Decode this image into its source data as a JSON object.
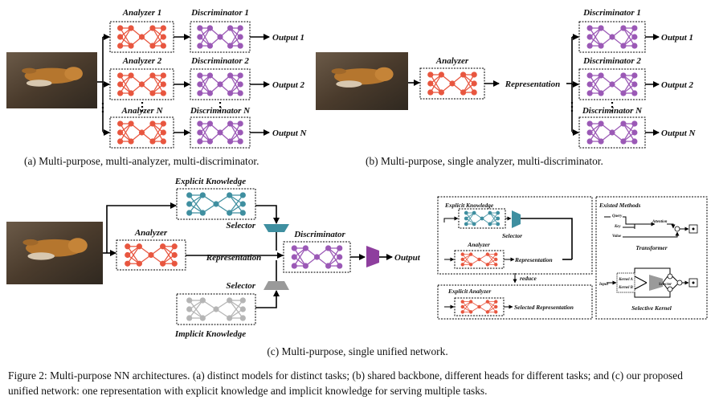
{
  "colors": {
    "analyzer": "#e8563f",
    "discriminator": "#9b59b6",
    "explicit": "#3f8fa0",
    "implicit": "#b5b5b5",
    "selector_explicit": "#3f8fa0",
    "selector_implicit": "#9a9a9a",
    "output_head": "#8e3f9e"
  },
  "panel_a": {
    "analyzers": [
      "Analyzer 1",
      "Analyzer 2",
      "Analyzer N"
    ],
    "discriminators": [
      "Discriminator 1",
      "Discriminator 2",
      "Discriminator N"
    ],
    "outputs": [
      "Output 1",
      "Output 2",
      "Output N"
    ],
    "caption": "(a) Multi-purpose, multi-analyzer, multi-discriminator."
  },
  "panel_b": {
    "analyzer": "Analyzer",
    "representation": "Representation",
    "discriminators": [
      "Discriminator 1",
      "Discriminator 2",
      "Discriminator N"
    ],
    "outputs": [
      "Output 1",
      "Output 2",
      "Output N"
    ],
    "caption": "(b) Multi-purpose, single analyzer, multi-discriminator."
  },
  "panel_c": {
    "explicit": "Explicit Knowledge",
    "implicit": "Implicit Knowledge",
    "selector": "Selector",
    "analyzer": "Analyzer",
    "representation": "Representation",
    "discriminator": "Discriminator",
    "output": "Output",
    "caption": "(c) Multi-purpose, single unified network."
  },
  "inset": {
    "explicit_knowledge": "Explicit Knowledge",
    "selector": "Selector",
    "analyzer": "Analyzer",
    "representation": "Representation",
    "reduce": "reduce",
    "explicit_analyzer": "Explicit Analyzer",
    "selected_representation": "Selected Representation",
    "existed_methods": "Existed Methods",
    "query": "Query",
    "key": "Key",
    "value": "Value",
    "attention": "Attention",
    "transformer": "Transformer",
    "input": "Input",
    "kernel_a": "Kernel A",
    "kernel_b": "Kernel B",
    "inset_selector": "Selector",
    "selective_kernel": "Selective Kernel"
  },
  "figure_caption": "Figure 2: Multi-purpose NN architectures. (a) distinct models for distinct tasks; (b) shared backbone, different heads for different tasks; and (c) our proposed unified network: one representation with explicit knowledge and implicit knowledge for serving multiple tasks."
}
